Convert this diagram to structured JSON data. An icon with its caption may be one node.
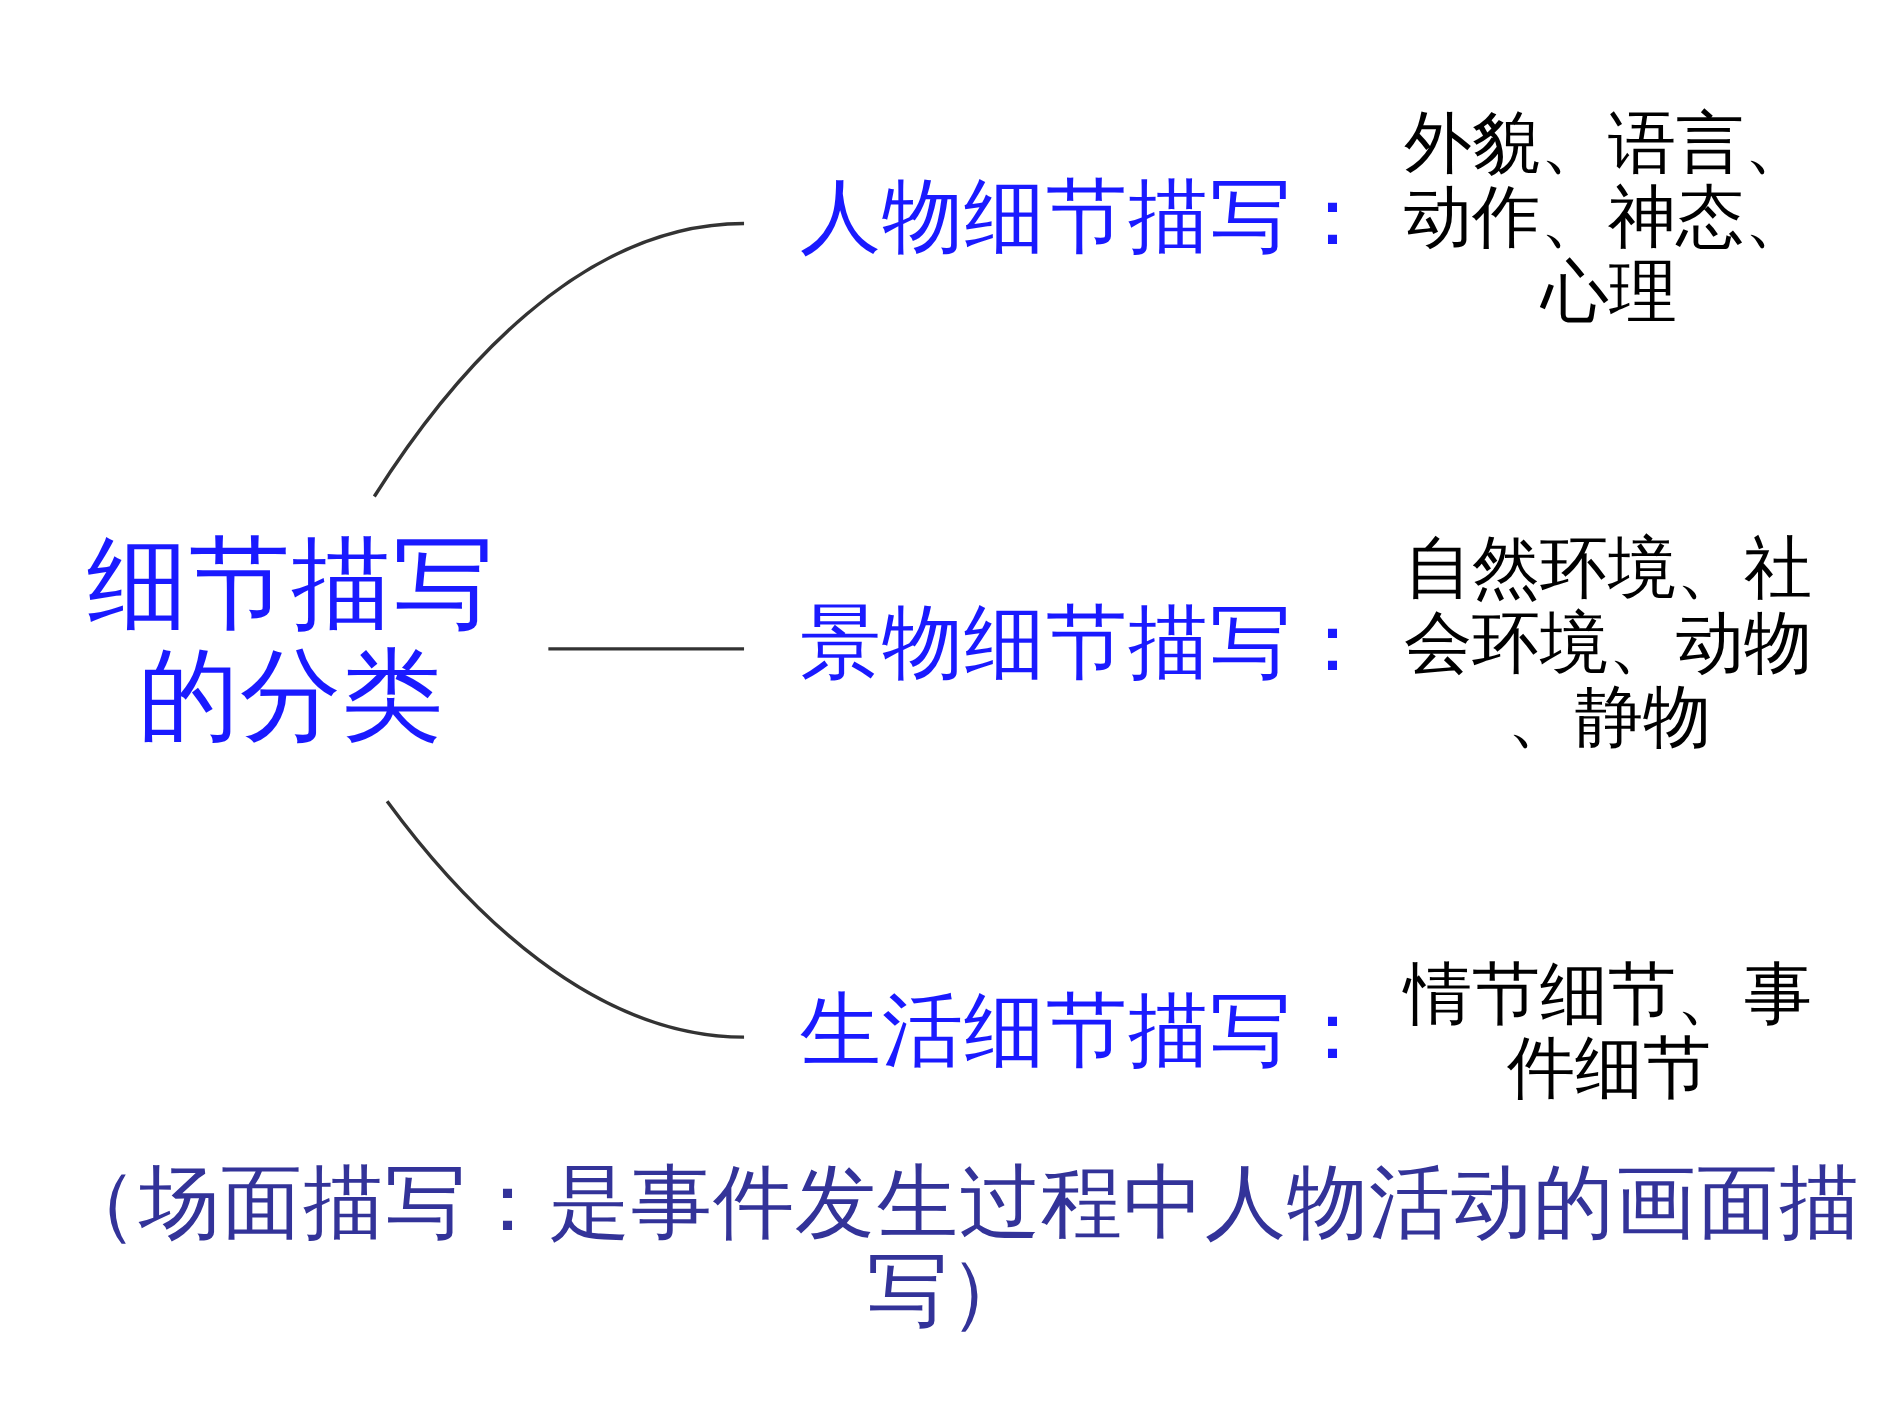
{
  "diagram": {
    "caption": "（场面描写：是事件发生过程中人物活动的画面描写）",
    "nodes": [
      {
        "text": [
          "细节描写的分类"
        ]
      },
      {
        "text": [
          "人物细节描写："
        ],
        "beside": [
          "外貌、语言、动作、神态、心理"
        ]
      },
      {
        "text": [
          "景物细节描写："
        ],
        "beside": [
          "自然环境、社会环境、动物、静物"
        ]
      },
      {
        "text": [
          "生活细节描写："
        ],
        "beside": [
          "情节细节、事件细节"
        ]
      }
    ],
    "edges": [
      {
        "from": 0,
        "to": 1,
        "arrow": "none"
      },
      {
        "from": 0,
        "to": 2,
        "arrow": "none"
      },
      {
        "from": 0,
        "to": 3,
        "arrow": "none"
      }
    ]
  }
}
